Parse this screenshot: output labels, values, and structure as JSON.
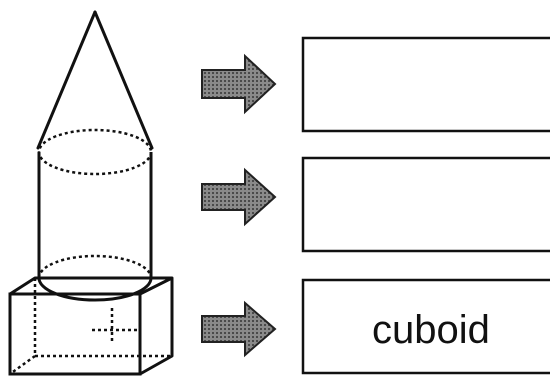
{
  "diagram": {
    "shapes": [
      "cone",
      "cylinder",
      "cuboid"
    ],
    "answer_boxes": [
      {
        "label": ""
      },
      {
        "label": ""
      },
      {
        "label": "cuboid"
      }
    ],
    "colors": {
      "outline": "#111111",
      "arrow_fill": "#7a7a7a",
      "background": "#ffffff"
    }
  }
}
